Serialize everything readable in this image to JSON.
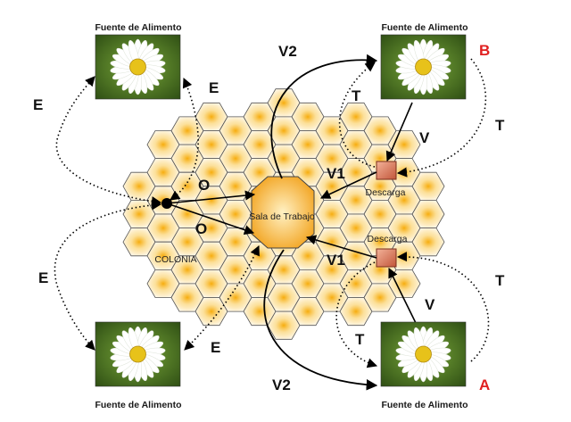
{
  "colors": {
    "accent_red": "#e02020",
    "cell_fill": "#fff4cc",
    "cell_glow": "#f6a800",
    "cell_stroke": "#555555",
    "workroom_fill": "#f7b733",
    "unload_fill": "#e28a6a"
  },
  "food_sources": [
    {
      "id": "top-left",
      "title": "Fuente de Alimento",
      "corner": ""
    },
    {
      "id": "top-right",
      "title": "Fuente de Alimento",
      "corner": "B"
    },
    {
      "id": "bottom-left",
      "title": "Fuente de Alimento",
      "corner": ""
    },
    {
      "id": "bottom-right",
      "title": "Fuente de Alimento",
      "corner": "A"
    }
  ],
  "hive": {
    "colony_label": "COLONIA",
    "workroom_label": "Sala de Trabajo",
    "unload_labels": [
      "Descarga",
      "Descarga"
    ]
  },
  "edge_labels": {
    "e_top_outer": "E",
    "e_top_inner": "E",
    "e_bottom_outer": "E",
    "e_bottom_inner": "E",
    "o_top": "O",
    "o_bottom": "O",
    "v2_top": "V2",
    "v2_bottom": "V2",
    "v1_top": "V1",
    "v1_bottom": "V1",
    "t_top_inner": "T",
    "t_top_outer": "T",
    "t_bottom_inner": "T",
    "t_bottom_outer": "T",
    "v_top": "V",
    "v_bottom": "V"
  },
  "icons": [
    "daisy-photo",
    "hive-cell",
    "unload-box",
    "colony-node",
    "arrowhead"
  ]
}
